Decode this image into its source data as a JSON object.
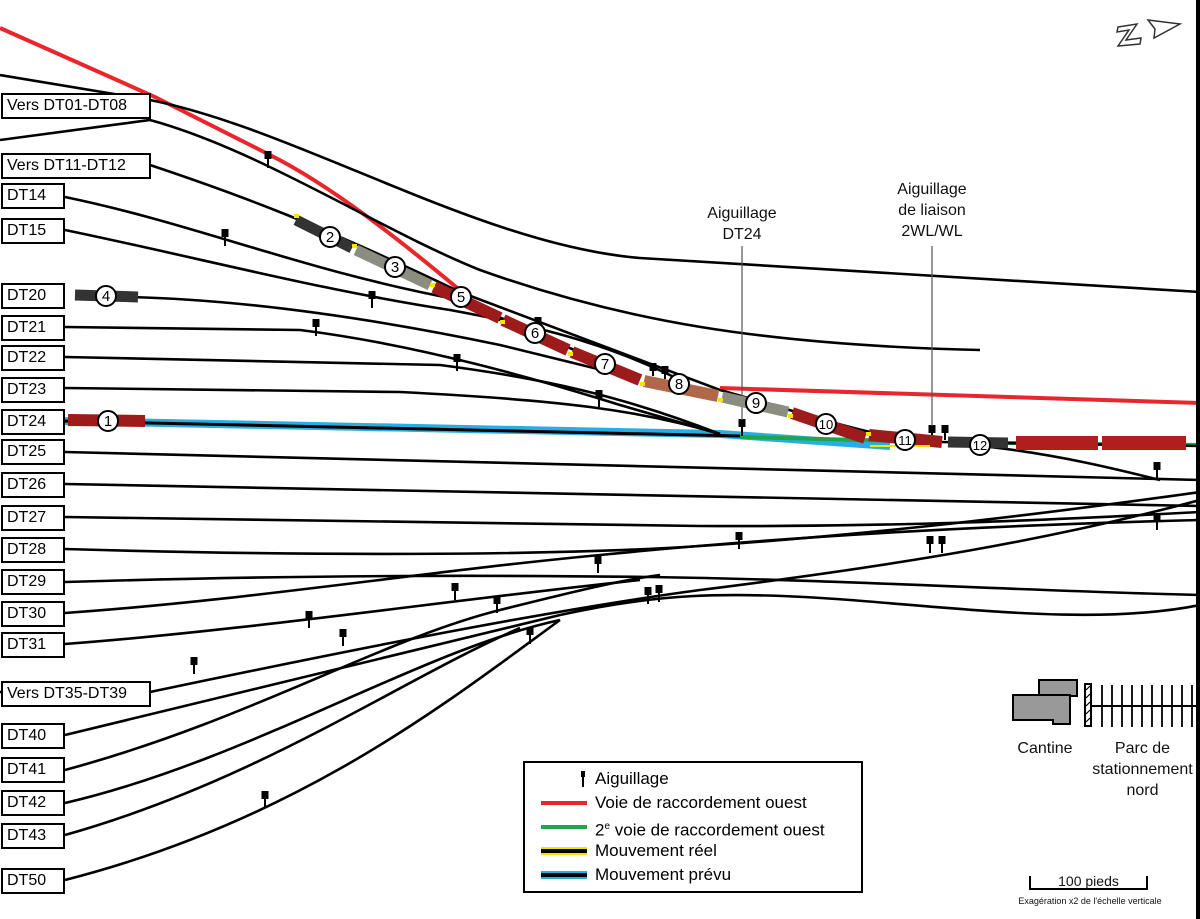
{
  "labels": {
    "vers_dt01_dt08": "Vers DT01-DT08",
    "vers_dt11_dt12": "Vers DT11-DT12",
    "dt14": "DT14",
    "dt15": "DT15",
    "dt20": "DT20",
    "dt21": "DT21",
    "dt22": "DT22",
    "dt23": "DT23",
    "dt24": "DT24",
    "dt25": "DT25",
    "dt26": "DT26",
    "dt27": "DT27",
    "dt28": "DT28",
    "dt29": "DT29",
    "dt30": "DT30",
    "dt31": "DT31",
    "vers_dt35_dt39": "Vers DT35-DT39",
    "dt40": "DT40",
    "dt41": "DT41",
    "dt42": "DT42",
    "dt43": "DT43",
    "dt50": "DT50"
  },
  "annotations": {
    "aiguillage_dt24_line1": "Aiguillage",
    "aiguillage_dt24_line2": "DT24",
    "liaison_line1": "Aiguillage",
    "liaison_line2": "de liaison",
    "liaison_line3": "2WL/WL"
  },
  "cars": [
    "1",
    "2",
    "3",
    "4",
    "5",
    "6",
    "7",
    "8",
    "9",
    "10",
    "11",
    "12"
  ],
  "landmarks": {
    "cantine": "Cantine",
    "parc_line1": "Parc de",
    "parc_line2": "stationnement",
    "parc_line3": "nord"
  },
  "scale": {
    "label": "100 pieds",
    "note": "Exagération x2 de l'échelle verticale"
  },
  "north_arrow": "N",
  "legend": {
    "items": [
      {
        "label": "Aiguillage",
        "symbol": "switch-icon"
      },
      {
        "label": "Voie de raccordement ouest",
        "color": "#e8262b"
      },
      {
        "label_main": "voie de raccordement ouest",
        "label_prefix": "2",
        "label_sup": "e",
        "color": "#1fa64a"
      },
      {
        "label": "Mouvement réel",
        "color": "#000000",
        "edge_color": "#f4e500"
      },
      {
        "label": "Mouvement prévu",
        "color": "#000000",
        "edge_color": "#29aee3"
      }
    ]
  },
  "colors": {
    "red_track": "#e8262b",
    "green_track": "#1fa64a",
    "planned": "#29aee3",
    "actual": "#f4e500",
    "car_red": "#9e1b1b",
    "car_dark": "#333333",
    "car_grey": "#8a8d80",
    "car_brown": "#b0674a"
  }
}
